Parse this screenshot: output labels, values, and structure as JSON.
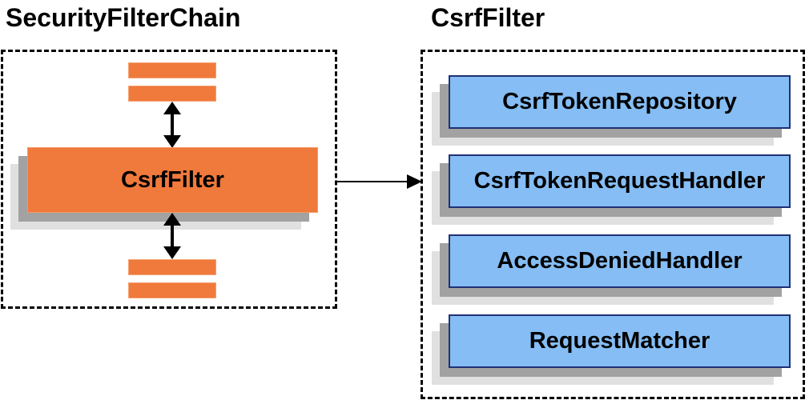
{
  "diagram": {
    "left_panel": {
      "title": "SecurityFilterChain",
      "filter_box_label": "CsrfFilter"
    },
    "right_panel": {
      "title": "CsrfFilter",
      "items": [
        {
          "label": "CsrfTokenRepository"
        },
        {
          "label": "CsrfTokenRequestHandler"
        },
        {
          "label": "AccessDeniedHandler"
        },
        {
          "label": "RequestMatcher"
        }
      ]
    },
    "colors": {
      "orange_fill": "#F0793C",
      "blue_fill": "#85BDF4",
      "blue_border": "#1F3173",
      "shadow_dark": "#A2A2A2",
      "shadow_light": "#E0E0E0",
      "line_black": "#000000"
    }
  }
}
